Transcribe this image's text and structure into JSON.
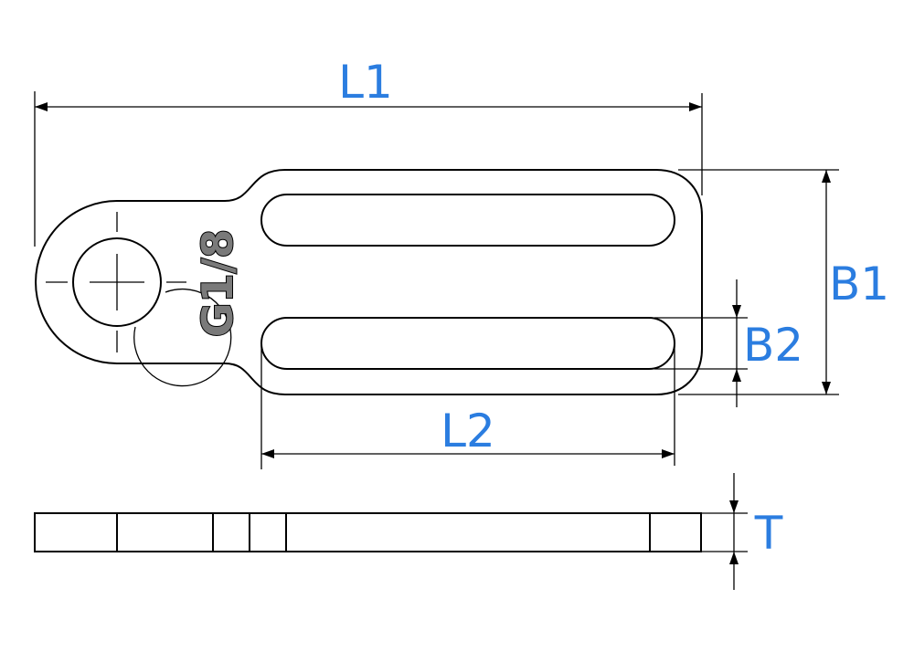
{
  "drawing": {
    "part_marking": "G1/8",
    "dimensions": {
      "overall_length": "L1",
      "overall_width": "B1",
      "slot_width": "B2",
      "slot_length": "L2",
      "thickness": "T"
    }
  },
  "colors": {
    "label": "#2b7de0",
    "line": "#000000",
    "marking_fill": "#7a7a7a"
  }
}
